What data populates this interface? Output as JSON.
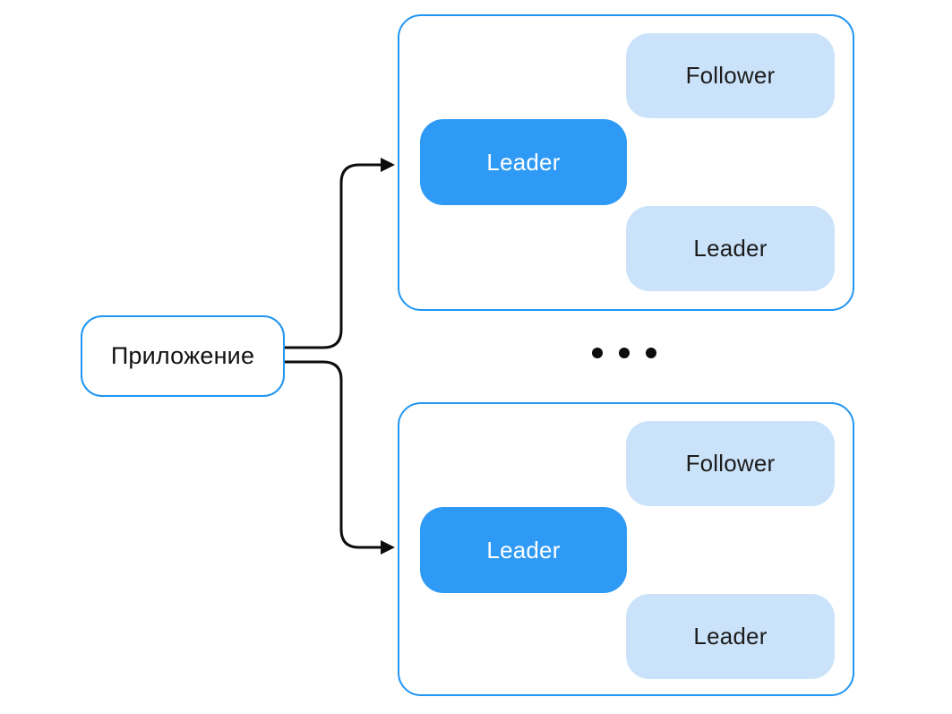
{
  "diagram": {
    "title_hint": "application-to-tablet-clusters diagram",
    "app_node": {
      "label": "Приложение"
    },
    "clusters": [
      {
        "id": "cluster-1",
        "nodes": [
          {
            "label": "Follower",
            "variant": "light"
          },
          {
            "label": "Leader",
            "variant": "solid"
          },
          {
            "label": "Leader",
            "variant": "light"
          }
        ]
      },
      {
        "id": "cluster-2",
        "nodes": [
          {
            "label": "Follower",
            "variant": "light"
          },
          {
            "label": "Leader",
            "variant": "solid"
          },
          {
            "label": "Leader",
            "variant": "light"
          }
        ]
      }
    ],
    "ellipsis": {
      "dot_count": 3,
      "meaning": "more clusters"
    },
    "connectors": [
      {
        "from": "app-node",
        "to": "cluster-1",
        "style": "elbow-arrow"
      },
      {
        "from": "app-node",
        "to": "cluster-2",
        "style": "elbow-arrow"
      }
    ],
    "colors": {
      "accent_border": "#2196f3",
      "node_solid_fill": "#2f9af5",
      "node_solid_text": "#ffffff",
      "node_light_fill": "#cbe3fa",
      "node_light_text": "#1c1c1c",
      "connector": "#0d0d0d",
      "background": "#ffffff"
    }
  }
}
